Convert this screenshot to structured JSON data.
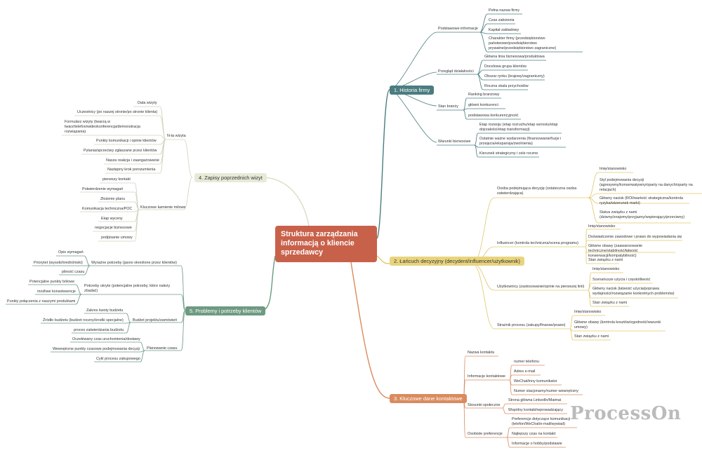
{
  "center": {
    "title": "Struktura zarządzania informacją o kliencie sprzedawcy"
  },
  "colors": {
    "b1": "#4a7c80",
    "b2": "#e9d47e",
    "b3": "#d98b5f",
    "b4": "#e8ead8",
    "b5": "#6e9a82"
  },
  "branch1": {
    "label": "1. Historia firmy",
    "g1": {
      "label": "Podstawowe informacje",
      "items": [
        "Pełna nazwa firmy",
        "Czas założenia",
        "Kapitał zakładowy",
        "Charakter firmy (przedsiębiorstwo państwowe/przedsiębiorstwo prywatne/przedsiębiorstwo zagraniczne)"
      ]
    },
    "g2": {
      "label": "Przegląd działalności",
      "items": [
        "Główna linia biznesowa/produktowa",
        "Docelowa grupa klientów",
        "Obszar rynku (krajowy/zagraniczny)",
        "Roczna skala przychodów"
      ]
    },
    "g3": {
      "label": "Stan branży",
      "items": [
        "Ranking branżowy",
        "główni konkurenci",
        "podstawowa konkurencyjność"
      ]
    },
    "g4": {
      "label": "Warunki biznesowe",
      "items": [
        "Etap rozwoju (etap rozruchu/etap wzrostu/etap dojrzałości/etap transformacji)",
        "Ostatnie ważne wydarzenia (finansowanie/fuzje i przejęcia/ekspansja/zwolnienia)",
        "Kierunek strategiczny i cele roczne"
      ]
    }
  },
  "branch2": {
    "label": "2. Łańcuch decyzyjny (decydent/influencer/użytkownik)",
    "g1": {
      "label": "Osoba podejmująca decyzję (ostateczna osoba zatwierdzająca)",
      "items": [
        "Imię/stanowisko",
        "Styl podejmowania decyzji (agresywny/konserwatywny/oparty na danych/oparty na relacjach)",
        "Główny nacisk (ROI/wartość strategiczna/kontrola ryzyka/wizerunek marki)",
        "Status związku z nami (dziwny/znajomy/przyjazny/wspierający/przeciwny)"
      ]
    },
    "g2": {
      "label": "Influencer (kontrola techniczna/ocena programu)",
      "items": [
        "Imię/stanowisko",
        "Doświadczenie zawodowe i prawo do wypowiadania się",
        "Główne obawy (zaawansowanie techniczne/stabilność/łatwość konserwacji/kompatybilność)",
        "Stan związku z nami"
      ]
    },
    "g3": {
      "label": "Użytkownicy (zastosowanie/opinie na pierwszej linii)",
      "items": [
        "Imię/stanowisko",
        "Scenariusze użycia i częstotliwość",
        "Główny nacisk (łatwość użycia/poprawa wydajności/rozwiązanie konkretnych problemów)",
        "Stan związku z nami"
      ]
    },
    "g4": {
      "label": "Strażnik procesu (zakupy/finanse/prawo)",
      "items": [
        "Imię/stanowisko",
        "Główne obawy (kontrola kosztów/zgodność/warunki umowy)",
        "Stan związku z nami"
      ]
    }
  },
  "branch3": {
    "label": "3. Kluczowe dane kontaktowe",
    "g0": {
      "label": "Nazwa kontaktu"
    },
    "g1": {
      "label": "Informacje kontaktowe",
      "items": [
        "numer telefonu",
        "Adres e-mail",
        "WeChat/inny komunikator",
        "Numer stacjonarny/numer wewnętrzny"
      ]
    },
    "g2": {
      "label": "Stosunki społeczne",
      "items": [
        "Strona główna LinkedIn/Maimai",
        "Wspólny kontakt/wprowadzający"
      ]
    },
    "g3": {
      "label": "Osobiste preferencje",
      "items": [
        "Preferencje dotyczące komunikacji (telefon/WeChat/e-mail/wywiad)",
        "Najlepszy czas na kontakt",
        "Informacje o hobby/podstawie"
      ]
    }
  },
  "branch4": {
    "label": "4. Zapisy poprzednich wizyt",
    "g1": {
      "label": "N-ta wizyta",
      "items": [
        "Data wizyty",
        "Uczestnicy (po naszej stronie/po stronie klienta)",
        "Formularz wizyty (twarzą w twarz/telefon/wideokonferencja/demonstracja rozwiązania)",
        "Punkty komunikacji i opinie klientów",
        "Pytania/sprzeciwy zgłaszane przez klientów",
        "Nasza reakcja i zaangażowanie",
        "Następny krok porozumienia"
      ]
    },
    "g2": {
      "label": "Kluczowe kamienie milowe",
      "items": [
        "pierwszy kontakt",
        "Potwierdzenie wymagań",
        "Złożenie planu",
        "Komunikacja techniczna/POC",
        "Etap wyceny",
        "negocjacje biznesowe",
        "podpisanie umowy"
      ]
    }
  },
  "branch5": {
    "label": "5. Problemy i potrzeby klientów",
    "g1": {
      "label": "Wyraźne potrzeby (jasno określone przez klientów)",
      "items": [
        "Opis wymagań",
        "Priorytet (wysoki/średni/niski)",
        "pilność czasu"
      ]
    },
    "g2": {
      "label": "Potrzeby ukryte (potencjalne potrzeby, które należy zbadać)",
      "items": [
        "Potencjalne punkty bólowe",
        "możliwe konsekwencje",
        "Punkty połączenia z naszymi produktami"
      ]
    },
    "g3": {
      "label": "Budżet projektu/zamówień",
      "items": [
        "Zakres kwoty budżetu",
        "Źródło budżetu (budżet roczny/środki specjalne)",
        "proces zatwierdzania budżetu"
      ]
    },
    "g4": {
      "label": "Planowanie czasu",
      "items": [
        "Oczekiwany czas uruchomienia/dostawy",
        "Wewnętrzne punkty czasowe podejmowania decyzji",
        "Cykl procesu zakupowego"
      ]
    }
  },
  "watermark": "ProcessOn"
}
